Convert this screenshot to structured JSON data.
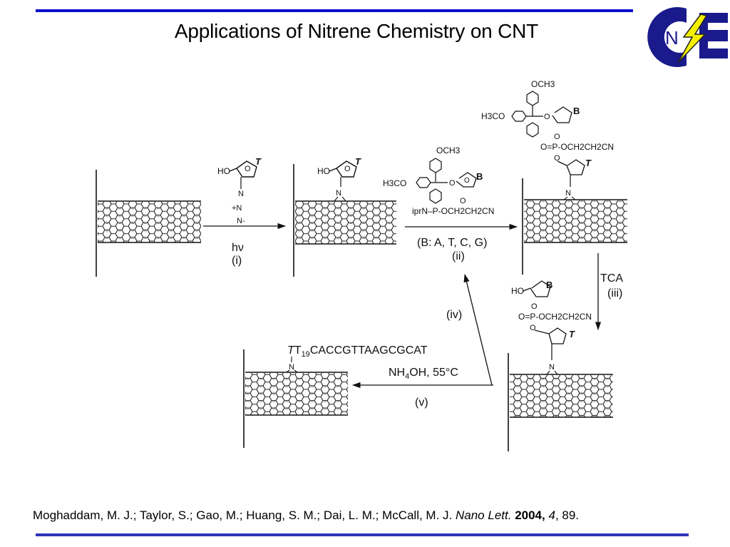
{
  "slide": {
    "title": "Applications of Nitrene Chemistry on CNT",
    "accent_color": "#0a10d0",
    "logo": {
      "letters": [
        "C",
        "N",
        "E"
      ],
      "icon": "lightning-bolt-icon",
      "primary_color": "#1a1a8c",
      "bolt_color": "#f5f000"
    },
    "citation": {
      "authors": "Moghaddam, M. J.; Taylor, S.; Gao, M.; Huang, S. M.; Dai, L. M.; McCall, M. J.",
      "journal": "Nano Lett.",
      "year": "2004,",
      "volume": "4",
      "pages": ", 89."
    }
  },
  "scheme": {
    "steps": [
      {
        "id": "i",
        "reagent": "hν",
        "label": "(i)"
      },
      {
        "id": "ii",
        "reagent": "(B: A, T, C, G)",
        "label": "(ii)"
      },
      {
        "id": "iii",
        "reagent": "TCA",
        "label": "(iii)"
      },
      {
        "id": "iv",
        "reagent": "",
        "label": "(iv)"
      },
      {
        "id": "v",
        "reagent": "NH4OH, 55°C",
        "label": "(v)"
      }
    ],
    "structures": {
      "azide_nucleoside": {
        "ho": "HO",
        "base": "T",
        "n1": "N",
        "n2": "+N",
        "n3": "N-"
      },
      "aziridine_nucleoside": {
        "ho": "HO",
        "base": "T",
        "n": "N"
      },
      "phosphoramidite": {
        "och3": "OCH3",
        "h3co": "H3CO",
        "base": "B",
        "o": "O",
        "chain": "iprN–P-OCH2CH2CN"
      },
      "coupled_dimer": {
        "och3": "OCH3",
        "h3co": "H3CO",
        "base": "B",
        "phosphate": "O=P-OCH2CH2CN",
        "base2": "T",
        "n": "N"
      },
      "detritylated_dimer": {
        "ho": "HO",
        "base": "B",
        "phosphate": "O=P-OCH2CH2CN",
        "base2": "T",
        "n": "N"
      },
      "final_oligo": {
        "sequence_prefix": "T",
        "sequence_t": "T",
        "subscript": "19",
        "sequence_rest": "CACCGTTAAGCGCAT",
        "n": "N"
      }
    }
  }
}
